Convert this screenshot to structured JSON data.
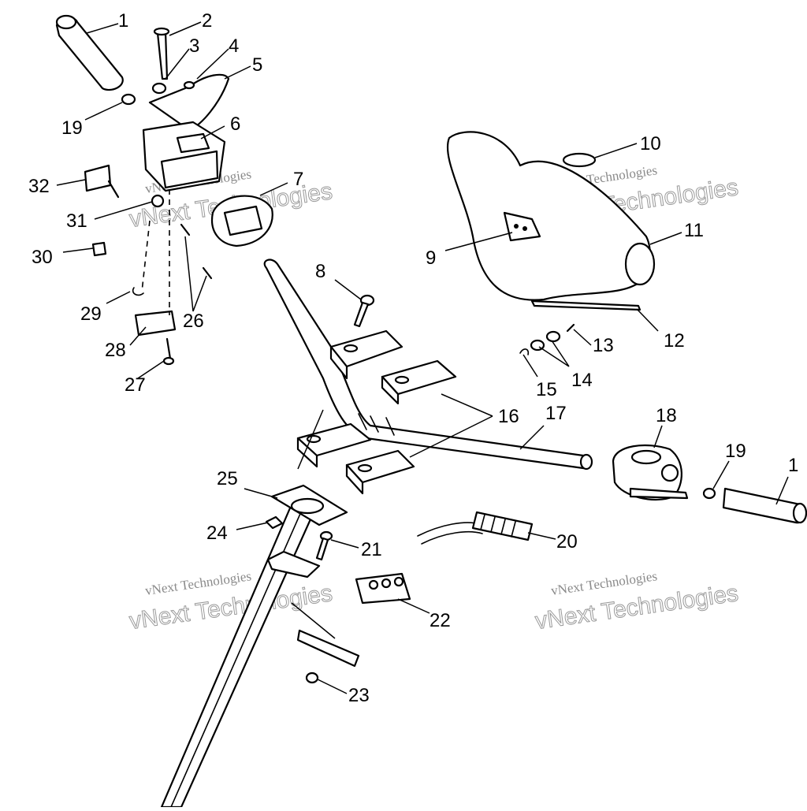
{
  "diagram": {
    "callouts": [
      "1",
      "2",
      "3",
      "4",
      "5",
      "6",
      "7",
      "8",
      "9",
      "10",
      "11",
      "12",
      "13",
      "14",
      "15",
      "16",
      "17",
      "18",
      "19",
      "19",
      "1",
      "20",
      "21",
      "22",
      "23",
      "24",
      "25",
      "26",
      "27",
      "28",
      "29",
      "30",
      "31",
      "32"
    ],
    "watermarks": [
      {
        "line1": "vNext Technologies",
        "line2": "vNext Technologies"
      },
      {
        "line1": "vNext Technologies",
        "line2": "vNext Technologies"
      },
      {
        "line1": "vNext Technologies",
        "line2": "vNext Technologies"
      },
      {
        "line1": "vNext Technologies",
        "line2": "vNext Technologies"
      }
    ]
  }
}
